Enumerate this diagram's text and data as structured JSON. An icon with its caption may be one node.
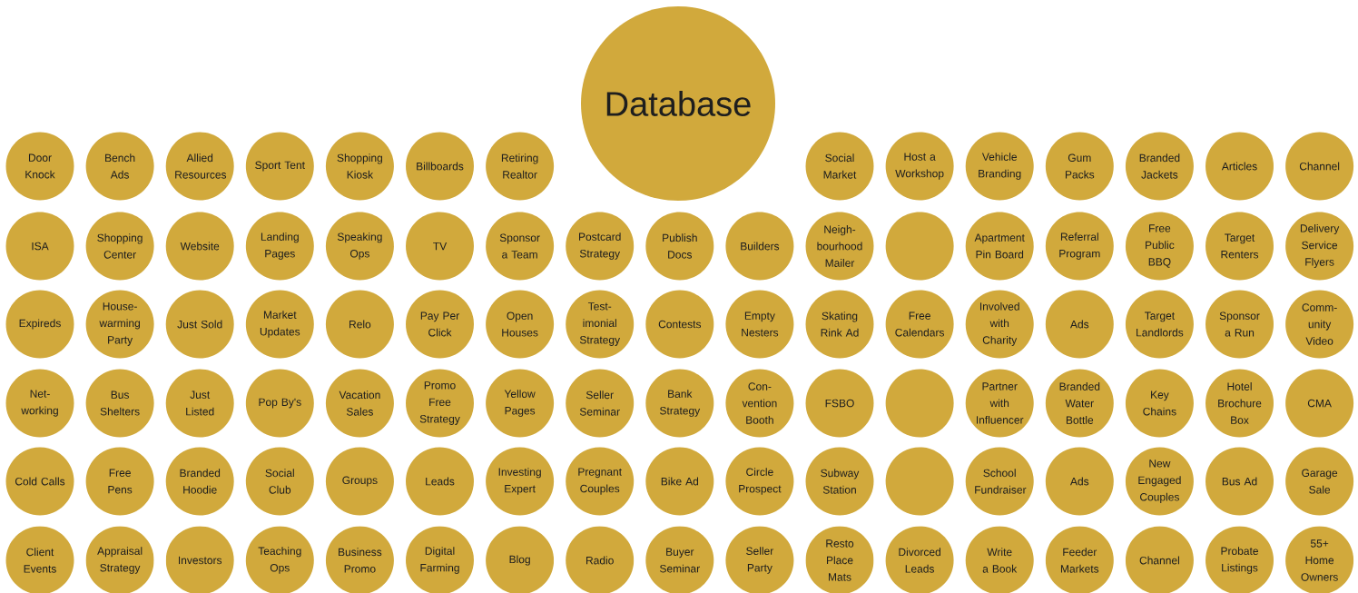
{
  "diagram": {
    "nodes": [
      {
        "text": [
          "Database"
        ]
      },
      {
        "text": [
          "Door Knock"
        ]
      },
      {
        "text": [
          "Bench Ads"
        ]
      },
      {
        "text": [
          "Allied Resources"
        ]
      },
      {
        "text": [
          "Sport Tent"
        ]
      },
      {
        "text": [
          "Shopping Kiosk"
        ]
      },
      {
        "text": [
          "Billboards"
        ]
      },
      {
        "text": [
          "Retiring Realtor"
        ]
      },
      {
        "text": [
          "Social Market"
        ]
      },
      {
        "text": [
          "Host a Workshop"
        ]
      },
      {
        "text": [
          "Vehicle Branding"
        ]
      },
      {
        "text": [
          "Gum Packs"
        ]
      },
      {
        "text": [
          "Branded Jackets"
        ]
      },
      {
        "text": [
          "Articles"
        ]
      },
      {
        "text": [
          "Channel"
        ]
      },
      {
        "text": [
          "ISA"
        ]
      },
      {
        "text": [
          "Shopping Center"
        ]
      },
      {
        "text": [
          "Website"
        ]
      },
      {
        "text": [
          "Landing Pages"
        ]
      },
      {
        "text": [
          "Speaking Ops"
        ]
      },
      {
        "text": [
          "TV"
        ]
      },
      {
        "text": [
          "Sponsor a Team"
        ]
      },
      {
        "text": [
          "Postcard Strategy"
        ]
      },
      {
        "text": [
          "Publish Docs"
        ]
      },
      {
        "text": [
          "Builders"
        ]
      },
      {
        "text": [
          "Neigh-bourhood Mailer"
        ]
      },
      {
        "text": [],
        "shape": "circle"
      },
      {
        "text": [
          "Apartment Pin Board"
        ]
      },
      {
        "text": [
          "Referral Program"
        ]
      },
      {
        "text": [
          "Free Public BBQ"
        ]
      },
      {
        "text": [
          "Target Renters"
        ]
      },
      {
        "text": [
          "Delivery Service Flyers"
        ]
      },
      {
        "text": [
          "Expireds"
        ]
      },
      {
        "text": [
          "House-warming Party"
        ]
      },
      {
        "text": [
          "Just Sold"
        ]
      },
      {
        "text": [
          "Market Updates"
        ]
      },
      {
        "text": [
          "Relo"
        ]
      },
      {
        "text": [
          "Pay Per Click"
        ]
      },
      {
        "text": [
          "Open Houses"
        ]
      },
      {
        "text": [
          "Test-imonial Strategy"
        ]
      },
      {
        "text": [
          "Contests"
        ]
      },
      {
        "text": [
          "Empty Nesters"
        ]
      },
      {
        "text": [
          "Skating Rink Ad"
        ]
      },
      {
        "text": [
          "Free Calendars"
        ]
      },
      {
        "text": [
          "Involved with Charity"
        ]
      },
      {
        "text": [
          "Ads"
        ]
      },
      {
        "text": [
          "Target Landlords"
        ]
      },
      {
        "text": [
          "Sponsor a Run"
        ]
      },
      {
        "text": [
          "Comm-unity Video"
        ]
      },
      {
        "text": [
          "Net-working"
        ]
      },
      {
        "text": [
          "Bus Shelters"
        ]
      },
      {
        "text": [
          "Just Listed"
        ]
      },
      {
        "text": [
          "Pop By's"
        ]
      },
      {
        "text": [
          "Vacation Sales"
        ]
      },
      {
        "text": [
          "Promo Free Strategy"
        ]
      },
      {
        "text": [
          "Yellow Pages"
        ]
      },
      {
        "text": [
          "Seller Seminar"
        ]
      },
      {
        "text": [
          "Bank Strategy"
        ]
      },
      {
        "text": [
          "Con-vention Booth"
        ]
      },
      {
        "text": [
          "FSBO"
        ]
      },
      {
        "text": [],
        "shape": "circle"
      },
      {
        "text": [
          "Partner with Influencer"
        ]
      },
      {
        "text": [
          "Branded Water Bottle"
        ]
      },
      {
        "text": [
          "Key Chains"
        ]
      },
      {
        "text": [
          "Hotel Brochure Box"
        ]
      },
      {
        "text": [
          "CMA"
        ]
      },
      {
        "text": [
          "Cold Calls"
        ]
      },
      {
        "text": [
          "Free Pens"
        ]
      },
      {
        "text": [
          "Branded Hoodie"
        ]
      },
      {
        "text": [
          "Social Club"
        ]
      },
      {
        "text": [
          "Groups"
        ]
      },
      {
        "text": [
          "Leads"
        ]
      },
      {
        "text": [
          "Investing Expert"
        ]
      },
      {
        "text": [
          "Pregnant Couples"
        ]
      },
      {
        "text": [
          "Bike Ad"
        ]
      },
      {
        "text": [
          "Circle Prospect"
        ]
      },
      {
        "text": [
          "Subway Station"
        ]
      },
      {
        "text": [],
        "shape": "circle"
      },
      {
        "text": [
          "School Fundraiser"
        ]
      },
      {
        "text": [
          "Ads"
        ]
      },
      {
        "text": [
          "New Engaged Couples"
        ]
      },
      {
        "text": [
          "Bus Ad"
        ]
      },
      {
        "text": [
          "Garage Sale"
        ]
      },
      {
        "text": [
          "Client Events"
        ]
      },
      {
        "text": [
          "Appraisal Strategy"
        ]
      },
      {
        "text": [
          "Investors"
        ]
      },
      {
        "text": [
          "Teaching Ops"
        ]
      },
      {
        "text": [
          "Business Promo"
        ]
      },
      {
        "text": [
          "Digital Farming"
        ]
      },
      {
        "text": [
          "Blog"
        ]
      },
      {
        "text": [
          "Radio"
        ]
      },
      {
        "text": [
          "Buyer Seminar"
        ]
      },
      {
        "text": [
          "Seller Party"
        ]
      },
      {
        "text": [
          "Resto Place Mats"
        ]
      },
      {
        "text": [
          "Divorced Leads"
        ]
      },
      {
        "text": [
          "Write a Book"
        ]
      },
      {
        "text": [
          "Feeder Markets"
        ]
      },
      {
        "text": [
          "Channel"
        ]
      },
      {
        "text": [
          "Probate Listings"
        ]
      },
      {
        "text": [
          "55+ Home Owners"
        ]
      }
    ]
  }
}
